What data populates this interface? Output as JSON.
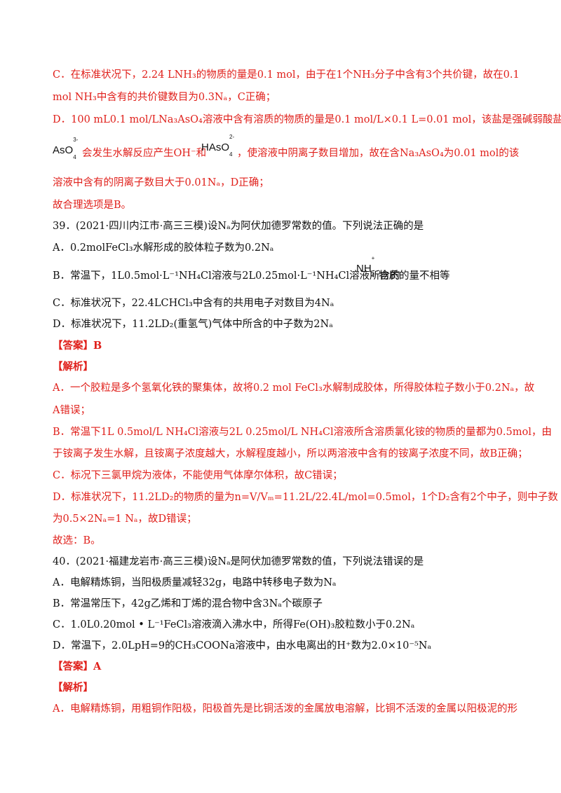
{
  "lines": {
    "c_prev_1": "C．在标准状况下，2.24 LNH₃的物质的量是0.1 mol，由于在1个NH₃分子中含有3个共价键，故在0.1",
    "c_prev_2": "mol NH₃中含有的共价键数目为0.3Nₐ，C正确；",
    "d_prev_1": "D．100 mL0.1 mol/LNa₃AsO₄溶液中含有溶质的物质的量是0.1 mol/L×0.1 L=0.01 mol，该盐是强碱弱酸盐，",
    "d_prev_2a": "会发生水解反应产生OH⁻和",
    "d_prev_2b": "，使溶液中阴离子数目增加，故在含Na₃AsO₄为0.01 mol的该",
    "d_prev_3": "溶液中含有的阴离子数目大于0.01Nₐ，D正确；",
    "d_prev_4": "故合理选项是B。",
    "q39_stem": "39．(2021·四川内江市·高三三模)设Nₐ为阿伏加德罗常数的值。下列说法正确的是",
    "q39_a": "A．0.2molFeCl₃水解形成的胶体粒子数为0.2Nₐ",
    "q39_b1": "B．常温下，1L0.5mol·L⁻¹NH₄Cl溶液与2L0.25mol·L⁻¹NH₄Cl溶液所含的",
    "q39_b2": "物质的量不相等",
    "q39_c": "C．标准状况下，22.4LCHCl₃中含有的共用电子对数目为4Nₐ",
    "q39_d": "D．标准状况下，11.2LD₂(重氢气)气体中所含的中子数为2Nₐ",
    "q39_answer": "【答案】B",
    "q39_analysis": "【解析】",
    "q39_ea_1": "A．一个胶粒是多个氢氧化铁的聚集体，故将0.2 mol FeCl₃水解制成胶体，所得胶体粒子数小于0.2Nₐ，故",
    "q39_ea_2": "A错误；",
    "q39_eb_1": "B．常温下1L 0.5mol/L NH₄Cl溶液与2L 0.25mol/L NH₄Cl溶液所含溶质氯化铵的物质的量都为0.5mol，由",
    "q39_eb_2": "于铵离子发生水解，且铵离子浓度越大，水解程度越小，所以两溶液中含有的铵离子浓度不同，故B正确；",
    "q39_ec": "C．标况下三氯甲烷为液体，不能使用气体摩尔体积，故C错误；",
    "q39_ed_1": "D．标准状况下，11.2LD₂的物质的量为n=V/Vₘ=11.2L/22.4L/mol=0.5mol，1个D₂含有2个中子，则中子数",
    "q39_ed_2": "为0.5×2Nₐ=1 Nₐ，故D错误；",
    "q39_choose": "故选：B。",
    "q40_stem": "40．(2021·福建龙岩市·高三三模)设Nₐ是阿伏加德罗常数的值，下列说法错误的是",
    "q40_a": "A．电解精炼铜，当阳极质量减轻32g，电路中转移电子数为Nₐ",
    "q40_b": "B．常温常压下，42g乙烯和丁烯的混合物中含3Nₐ个碳原子",
    "q40_c": "C．1.0L0.20mol • L⁻¹FeCl₃溶液滴入沸水中，所得Fe(OH)₃胶粒数小于0.2Nₐ",
    "q40_d": "D．常温下，2.0LpH=9的CH₃COONa溶液中，由水电离出的H⁺数为2.0×10⁻⁵Nₐ",
    "q40_answer": "【答案】A",
    "q40_analysis": "【解析】",
    "q40_ea_1": "A．电解精炼铜，用粗铜作阳极，阳极首先是比铜活泼的金属放电溶解，比铜不活泼的金属以阳极泥的形"
  },
  "formulas": {
    "aso4": {
      "base": "AsO",
      "sup": "3-",
      "sub": "4"
    },
    "haso4": {
      "base": "HAsO",
      "sup": "2-",
      "sub": "4"
    },
    "nh4": {
      "base": "NH",
      "sup": "+",
      "sub": "4"
    }
  },
  "colors": {
    "explanation": "#e0201b",
    "question": "#111111"
  }
}
